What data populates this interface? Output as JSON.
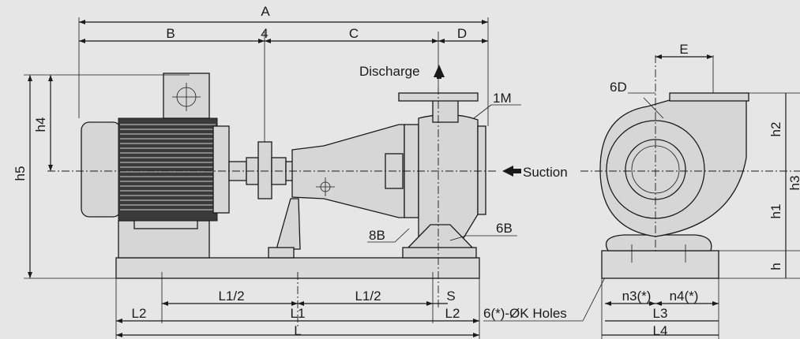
{
  "dimensions": {
    "A": "A",
    "B": "B",
    "four": "4",
    "C": "C",
    "D": "D",
    "E": "E",
    "h4": "h4",
    "h5": "h5",
    "h2": "h2",
    "h3": "h3",
    "h1": "h1",
    "h": "h",
    "L1_half_left": "L1/2",
    "L1_half_right": "L1/2",
    "S": "S",
    "L2_left": "L2",
    "L1": "L1",
    "L2_right": "L2",
    "L": "L",
    "n3": "n3(*)",
    "n4": "n4(*)",
    "L3": "L3",
    "L4": "L4"
  },
  "callouts": {
    "discharge": "Discharge",
    "suction": "Suction",
    "one_m": "1M",
    "eight_b": "8B",
    "six_b": "6B",
    "six_d": "6D",
    "holes": "6(*)-ØK Holes"
  }
}
